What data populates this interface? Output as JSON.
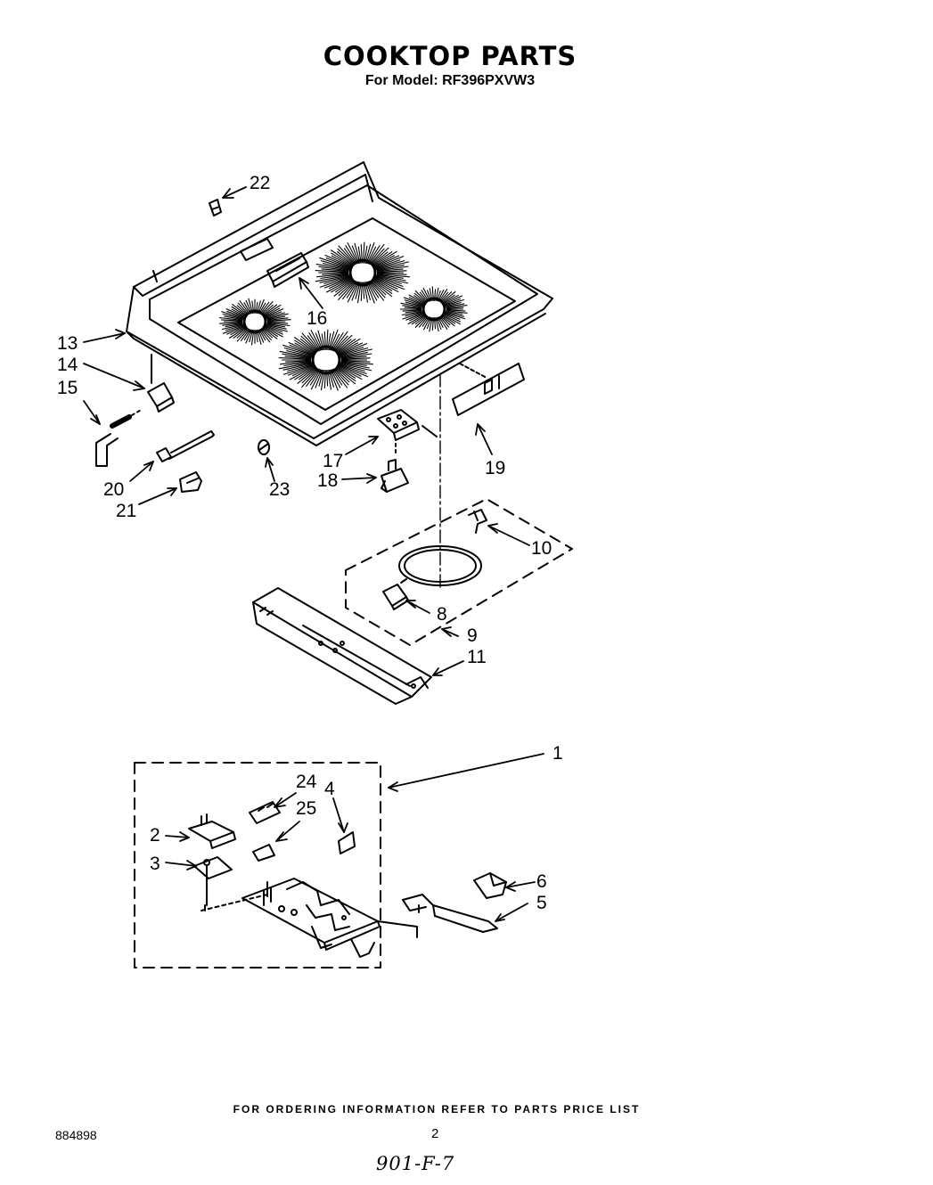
{
  "header": {
    "title": "COOKTOP PARTS",
    "model_line": "For Model: RF396PXVW3"
  },
  "callouts": {
    "c1": "1",
    "c2": "2",
    "c3": "3",
    "c4": "4",
    "c5": "5",
    "c6": "6",
    "c8": "8",
    "c9": "9",
    "c10": "10",
    "c11": "11",
    "c13": "13",
    "c14": "14",
    "c15": "15",
    "c16": "16",
    "c17": "17",
    "c18": "18",
    "c19": "19",
    "c20": "20",
    "c21": "21",
    "c22": "22",
    "c23": "23",
    "c24": "24",
    "c25": "25"
  },
  "footer": {
    "ordering_note": "FOR ORDERING INFORMATION REFER TO PARTS PRICE LIST",
    "document_number": "884898",
    "page_number": "2",
    "handwritten_code": "901-F-7"
  }
}
